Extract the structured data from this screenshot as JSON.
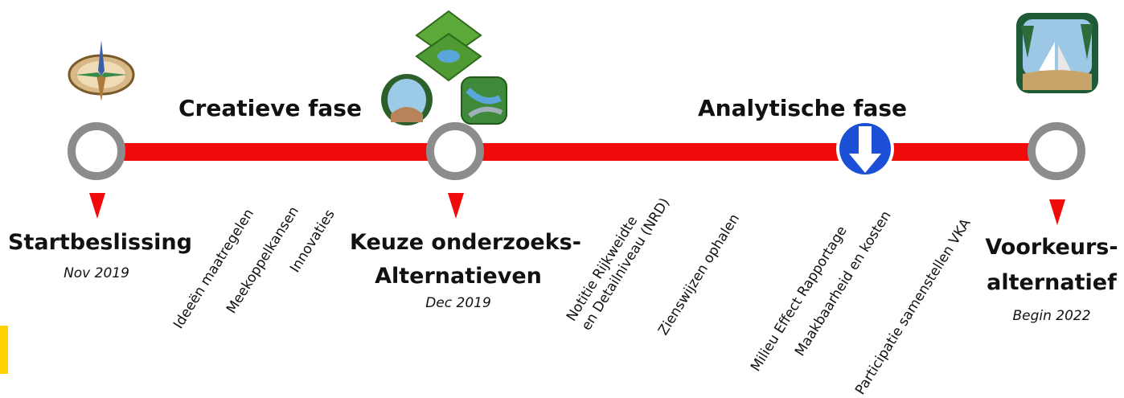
{
  "phases": {
    "creative": "Creatieve fase",
    "analytic": "Analytische fase"
  },
  "milestones": [
    {
      "label_lines": [
        "Startbeslissing"
      ],
      "date": "Nov 2019"
    },
    {
      "label_lines": [
        "Keuze onderzoeks-",
        "Alternatieven"
      ],
      "date": "Dec 2019"
    },
    {
      "label_lines": [
        "Voorkeurs-",
        "alternatief"
      ],
      "date": "Begin 2022"
    }
  ],
  "activities": {
    "creative": [
      "Ideeën maatregelen",
      "Meekoppelkansen",
      "Innovaties"
    ],
    "nrd": [
      "Notitie Rijkweidte",
      "en Detailniveau (NRD)"
    ],
    "analytic": [
      "Zienswijzen ophalen",
      "Milieu Effect Rapportage",
      "Maakbaarheid en kosten",
      "Participatie samenstellen VKA"
    ]
  },
  "colors": {
    "timeline": "#f00a0a",
    "milestone_ring": "#8c8c8c",
    "marker": "#f00a0a",
    "sign_blue": "#1a4fd6",
    "accent_yellow": "#ffd200"
  },
  "icons": {
    "start": "compass-icon",
    "keuze": "landscape-tiles-icon",
    "analytic": "direction-sign-icon",
    "voorkeur": "lake-landscape-icon"
  }
}
